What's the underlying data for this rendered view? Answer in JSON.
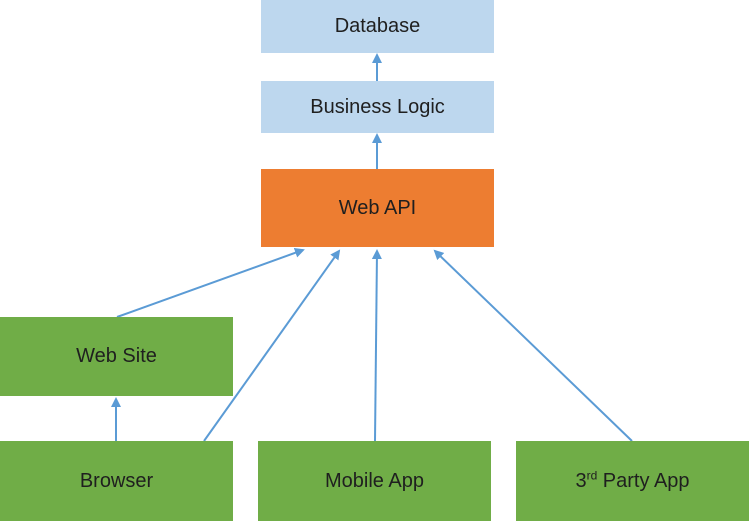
{
  "nodes": {
    "database": "Database",
    "business_logic": "Business Logic",
    "web_api": "Web API",
    "web_site": "Web Site",
    "browser": "Browser",
    "mobile_app": "Mobile App",
    "third_party": {
      "number": "3",
      "suffix": "rd",
      "rest": " Party App"
    }
  },
  "colors": {
    "light_blue": "#bdd7ee",
    "orange": "#ed7d31",
    "green": "#70ad47",
    "arrow": "#5b9bd5"
  }
}
